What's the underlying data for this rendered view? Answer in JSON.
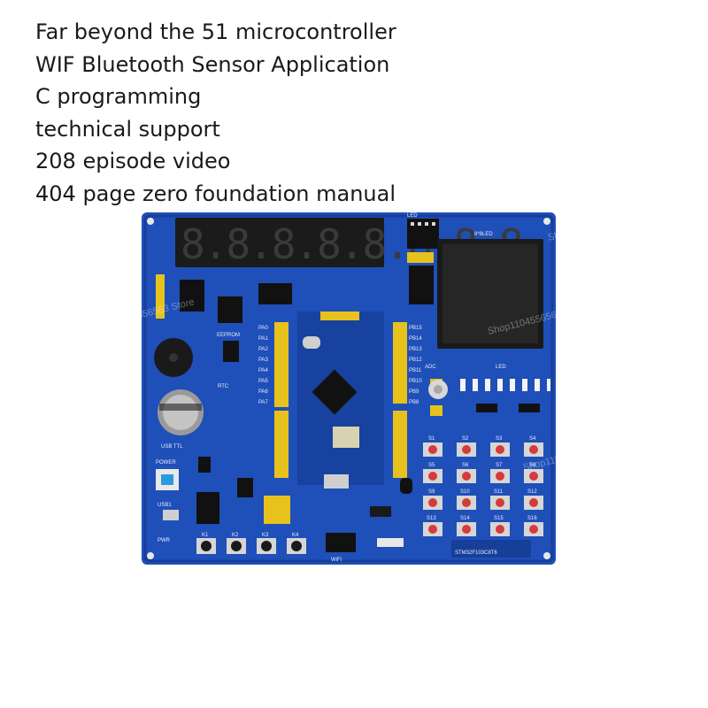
{
  "features": [
    "Far beyond the 51 microcontroller",
    "WIF Bluetooth Sensor Application",
    "C programming",
    "technical support",
    "208 episode video",
    "404 page zero foundation manual"
  ],
  "board": {
    "colors": {
      "pcb": "#1f4fb8",
      "pcb_dark": "#163f99",
      "silk": "#e8eefc",
      "header": "#e8c21c",
      "display": "#1b1b1b",
      "button": "#d63a3a"
    },
    "display_digits": "8.8.8.8.8.8.8.8.",
    "module_labels": [
      "LED",
      "8*8LED",
      "EEPROM",
      "RTC",
      "ADC",
      "LED",
      "USB TTL",
      "POWER",
      "USB1",
      "PWR",
      "WiFi",
      "STM32F103C8T6"
    ],
    "key_labels": [
      "S1",
      "S2",
      "S3",
      "S4",
      "S5",
      "S6",
      "S7",
      "S8",
      "S9",
      "S10",
      "S11",
      "S12",
      "S13",
      "S14",
      "S15",
      "S16"
    ],
    "side_keys": [
      "K1",
      "K2",
      "K3",
      "K4"
    ],
    "pin_labels_left": [
      "PA0",
      "PA1",
      "PA2",
      "PA3",
      "PA4",
      "PA5",
      "PA6",
      "PA7"
    ],
    "pin_labels_right": [
      "PB15",
      "PB14",
      "PB13",
      "PB12",
      "PB11",
      "PB10",
      "PB9",
      "PB8"
    ],
    "watermark": "Shop1104556563 Store"
  }
}
